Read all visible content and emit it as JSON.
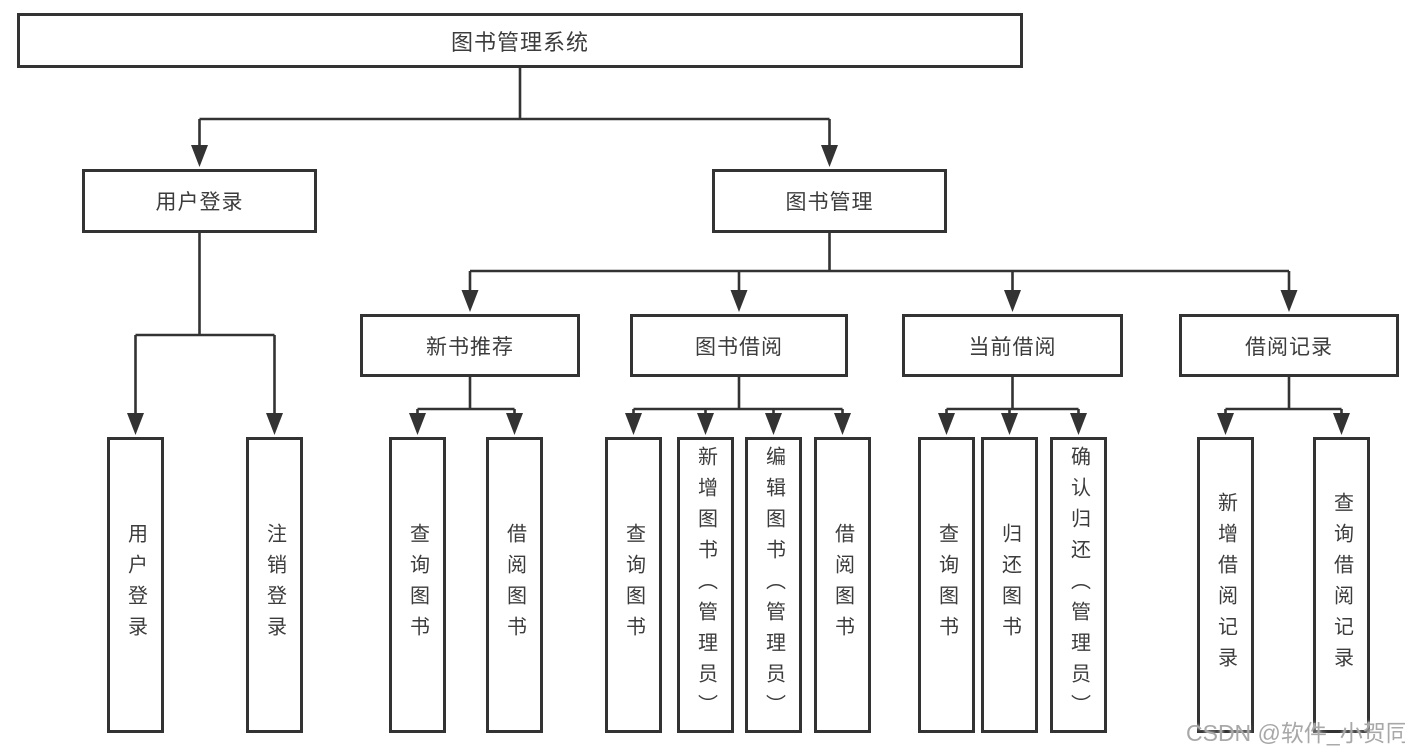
{
  "diagram": {
    "type": "hierarchy-tree",
    "title": "图书管理系统",
    "watermark": "CSDN @软件_小贺同学",
    "colors": {
      "line": "#333333",
      "box_border": "#333333",
      "box_background": "#ffffff",
      "text": "#3c3c3c",
      "watermark": "#a8a8a8"
    },
    "nodes": {
      "root": {
        "label": "图书管理系统"
      },
      "user_login": {
        "label": "用户登录"
      },
      "book_mgmt": {
        "label": "图书管理"
      },
      "new_books": {
        "label": "新书推荐"
      },
      "book_borrow": {
        "label": "图书借阅"
      },
      "current_borrow": {
        "label": "当前借阅"
      },
      "borrow_records": {
        "label": "借阅记录"
      },
      "ul_login": {
        "label": "用户登录"
      },
      "ul_logout": {
        "label": "注销登录"
      },
      "nb_query": {
        "label": "查询图书"
      },
      "nb_borrow": {
        "label": "借阅图书"
      },
      "bb_query": {
        "label": "查询图书"
      },
      "bb_add": {
        "label": "新增图书（管理员）"
      },
      "bb_edit": {
        "label": "编辑图书（管理员）"
      },
      "bb_borrow": {
        "label": "借阅图书"
      },
      "cb_query": {
        "label": "查询图书"
      },
      "cb_return": {
        "label": "归还图书"
      },
      "cb_confirm": {
        "label": "确认归还（管理员）"
      },
      "br_add": {
        "label": "新增借阅记录"
      },
      "br_query": {
        "label": "查询借阅记录"
      }
    },
    "structure": {
      "root": [
        "user_login",
        "book_mgmt"
      ],
      "user_login": [
        "ul_login",
        "ul_logout"
      ],
      "book_mgmt": [
        "new_books",
        "book_borrow",
        "current_borrow",
        "borrow_records"
      ],
      "new_books": [
        "nb_query",
        "nb_borrow"
      ],
      "book_borrow": [
        "bb_query",
        "bb_add",
        "bb_edit",
        "bb_borrow"
      ],
      "current_borrow": [
        "cb_query",
        "cb_return",
        "cb_confirm"
      ],
      "borrow_records": [
        "br_add",
        "br_query"
      ]
    }
  }
}
